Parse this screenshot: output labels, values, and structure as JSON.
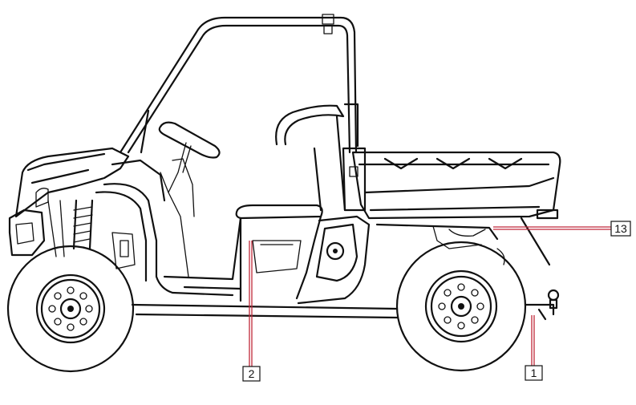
{
  "callouts": [
    {
      "id": "c1",
      "label": "1"
    },
    {
      "id": "c2",
      "label": "2"
    },
    {
      "id": "c13",
      "label": "13"
    }
  ],
  "colors": {
    "line": "#111111",
    "leader": "#c0283a",
    "background": "#ffffff"
  }
}
